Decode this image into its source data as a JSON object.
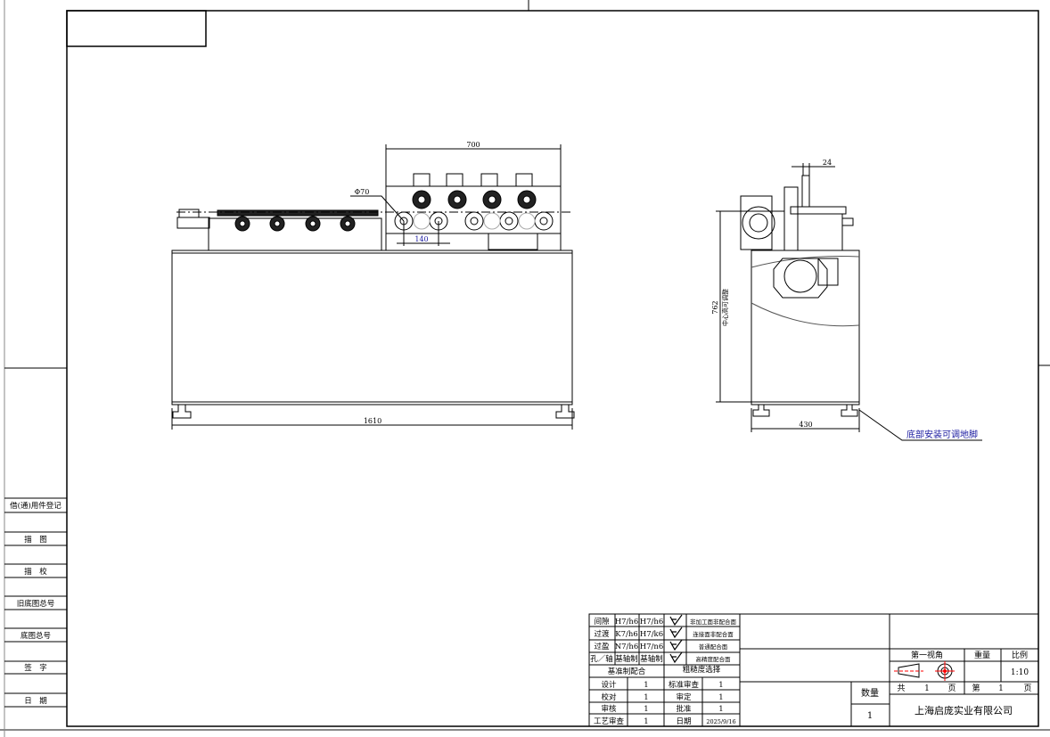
{
  "sidebar": {
    "labels": [
      "借(通)用件登记",
      "描　图",
      "描　校",
      "旧底图总号",
      "底图总号",
      "签　字",
      "日　期"
    ]
  },
  "dimensions": {
    "top_width": "700",
    "roller_dia": "Φ70",
    "roller_pitch": "140",
    "total_length": "1610",
    "shaft_offset": "24",
    "center_height": "762",
    "center_height_note": "中心高可调整",
    "side_width": "430"
  },
  "annotations": {
    "feet_note": "底部安装可调地脚"
  },
  "fit_table": {
    "rows": [
      {
        "type": "间隙",
        "hole": "H7/h6",
        "shaft": "H7/h6",
        "surface": "非加工面非配合面"
      },
      {
        "type": "过渡",
        "hole": "K7/h6",
        "shaft": "H7/k6",
        "surface": "连接面非配合面"
      },
      {
        "type": "过盈",
        "hole": "N7/h6",
        "shaft": "H7/n6",
        "surface": "普通配合面"
      },
      {
        "type": "孔／轴",
        "hole": "基轴制",
        "shaft": "基轴制",
        "surface": "高精度配合面"
      }
    ],
    "footer_left": "基准制配合",
    "footer_right": "粗糙度选择"
  },
  "approvals": [
    {
      "l1": "设计",
      "v1": "1",
      "l2": "标准审查",
      "v2": "1"
    },
    {
      "l1": "校对",
      "v1": "1",
      "l2": "审定",
      "v2": "1"
    },
    {
      "l1": "审核",
      "v1": "1",
      "l2": "批准",
      "v2": "1"
    },
    {
      "l1": "工艺审查",
      "v1": "1",
      "l2": "日期",
      "v2": "2025/9/16"
    }
  ],
  "title_block": {
    "quantity_label": "数量",
    "quantity": "1",
    "projection_label": "第一视角",
    "weight_label": "重量",
    "scale_label": "比例",
    "scale": "1:10",
    "total_label": "共",
    "total_pages": "1",
    "page_unit": "页",
    "current_label": "第",
    "current_page": "1",
    "page_unit2": "页",
    "company": "上海启庞实业有限公司"
  }
}
